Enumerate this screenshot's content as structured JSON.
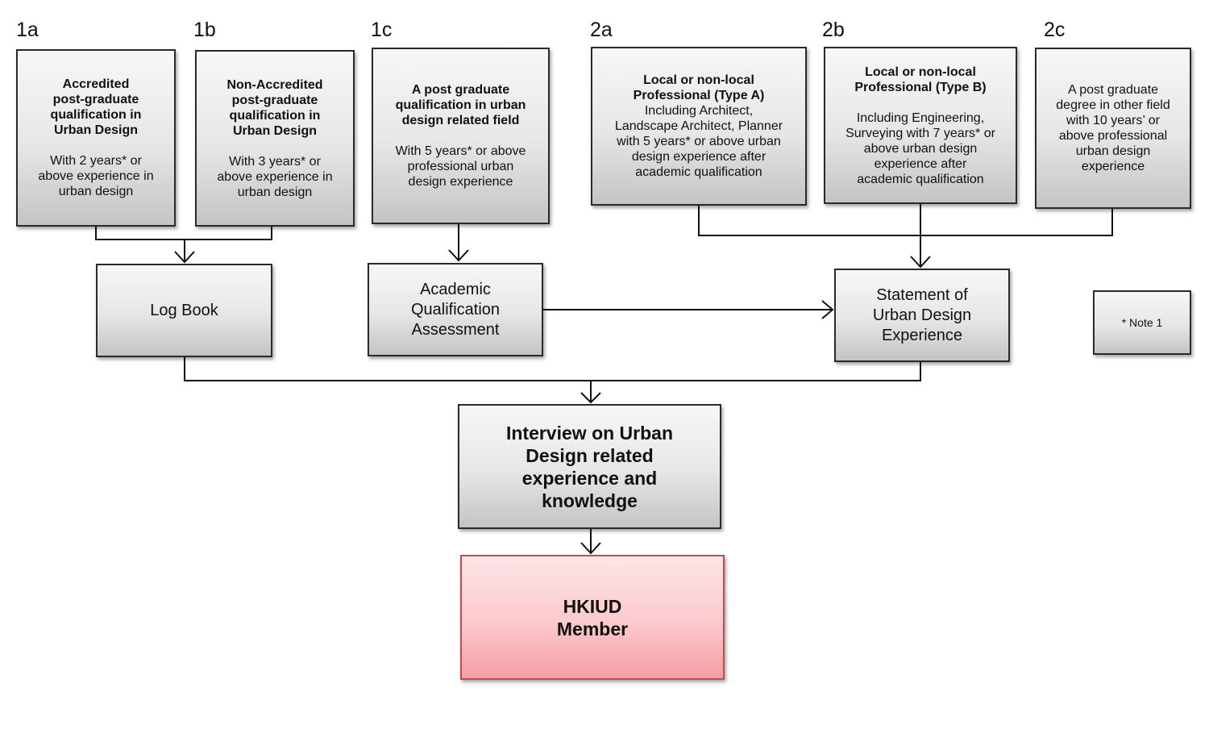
{
  "labels": {
    "a1": "1a",
    "b1": "1b",
    "c1": "1c",
    "a2": "2a",
    "b2": "2b",
    "c2": "2c"
  },
  "boxes": {
    "box_1a": {
      "title": "Accredited\npost-graduate\nqualification in\nUrban Design",
      "body": "With 2 years* or\nabove experience in\nurban design"
    },
    "box_1b": {
      "title": "Non-Accredited\npost-graduate\nqualification in\nUrban Design",
      "body": "With 3 years* or\nabove experience in\nurban design"
    },
    "box_1c": {
      "title": "A post graduate\nqualification in urban\ndesign related field",
      "body": "With 5 years* or above\nprofessional urban\ndesign experience"
    },
    "box_2a": {
      "title": "Local or non-local\nProfessional (Type A)",
      "body": "Including Architect,\nLandscape Architect, Planner\nwith 5 years* or above urban\ndesign experience after\nacademic qualification"
    },
    "box_2b": {
      "title": "Local or non-local\nProfessional (Type B)",
      "body": "Including Engineering,\nSurveying with 7 years* or\nabove urban design\nexperience after\nacademic qualification"
    },
    "box_2c": {
      "body": "A post graduate\ndegree in other field\nwith 10 years’ or\nabove professional\nurban design\nexperience"
    },
    "log_book": "Log Book",
    "academic": "Academic\nQualification\nAssessment",
    "statement": "Statement of\nUrban Design\nExperience",
    "note": "* Note 1",
    "interview": "Interview on Urban\nDesign related\nexperience and\nknowledge",
    "member": "HKIUD\nMember"
  },
  "colors": {
    "box_gradient_top": "#f7f7f7",
    "box_gradient_bottom": "#c4c4c4",
    "member_fill": "#fbc9cd",
    "member_border": "#c8484f",
    "line": "#111111"
  }
}
